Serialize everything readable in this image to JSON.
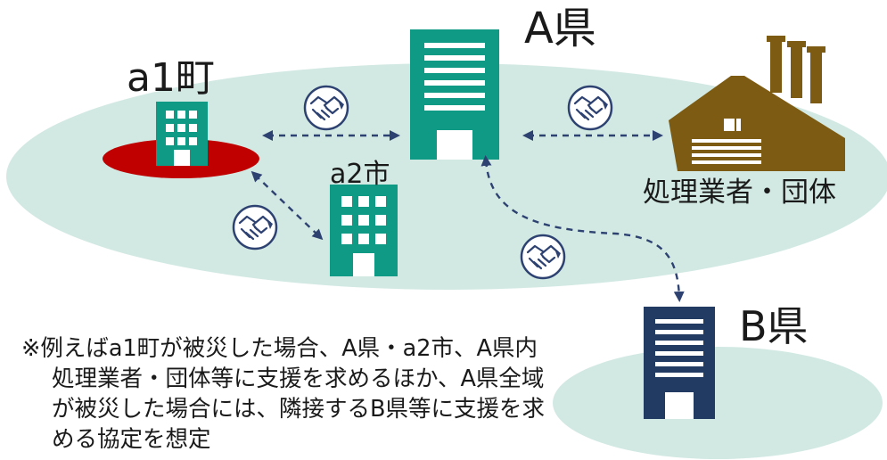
{
  "labels": {
    "a1_town": "a1町",
    "a_prefecture": "A県",
    "a2_city": "a2市",
    "vendors": "処理業者・団体",
    "b_prefecture": "B県"
  },
  "note": "※例えばa1町が被災した場合、A県・a2市、A県内処理業者・団体等に支援を求めるほか、A県全域が被災した場合には、隣接するB県等に支援を求める協定を想定",
  "colors": {
    "region_fill": "#d2e9e3",
    "building_teal": "#0f9a86",
    "building_navy": "#223b63",
    "disaster_red": "#c00000",
    "factory_brown": "#7e5b12",
    "arrow": "#2e4272",
    "handshake_stroke": "#2e4272"
  },
  "icons": [
    "handshake-icon",
    "building-icon",
    "factory-icon"
  ]
}
